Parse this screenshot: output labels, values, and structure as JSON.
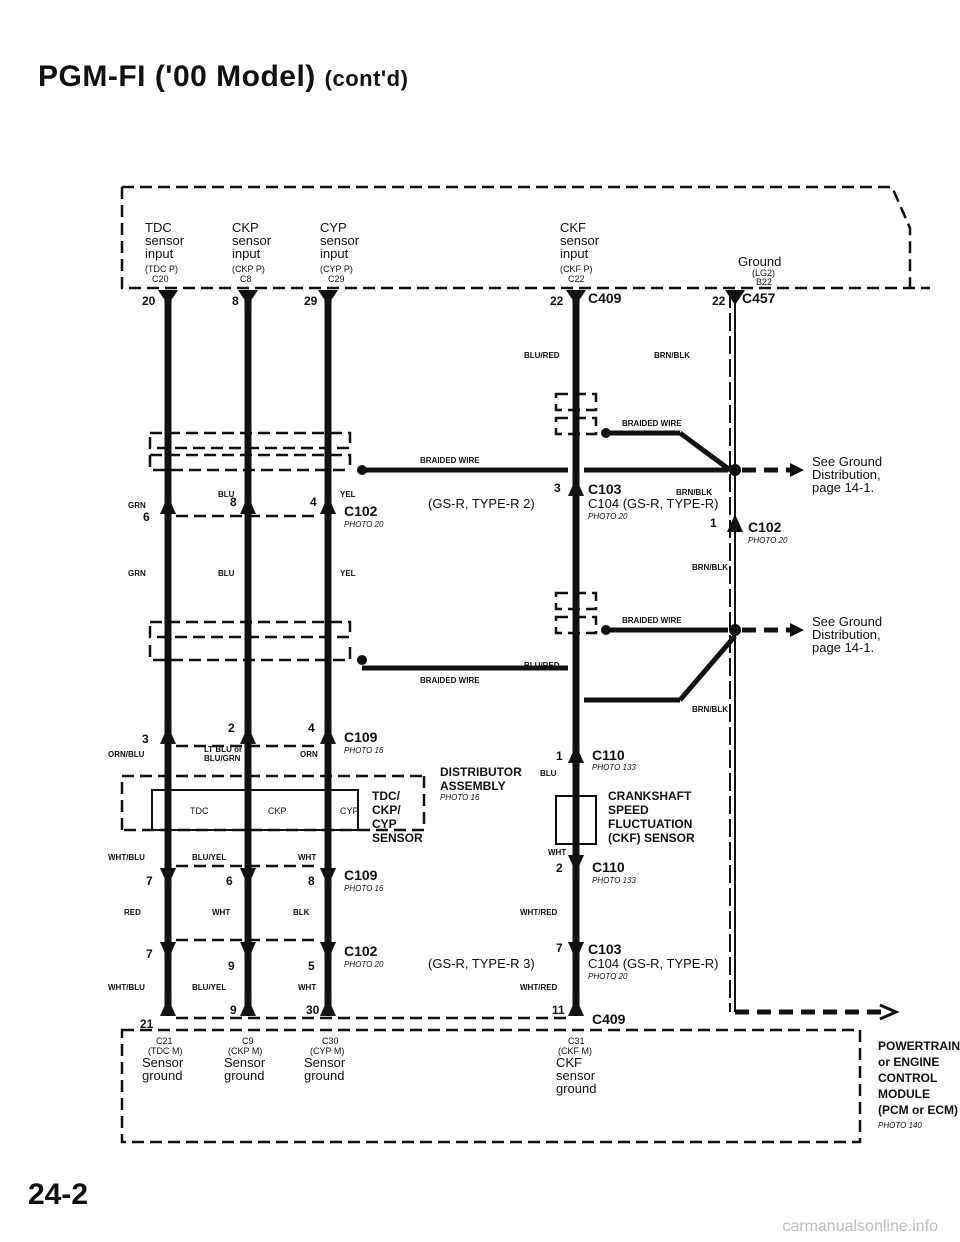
{
  "page": {
    "title": "PGM-FI ('00 Model)",
    "title_suffix": "(cont'd)",
    "page_number": "24-2",
    "watermark": "carmanualsonline.info"
  },
  "pcm_inputs": [
    {
      "line1": "TDC",
      "line2": "sensor",
      "line3": "input",
      "code": "(TDC P)",
      "pin": "C20"
    },
    {
      "line1": "CKP",
      "line2": "sensor",
      "line3": "input",
      "code": "(CKP P)",
      "pin": "C8"
    },
    {
      "line1": "CYP",
      "line2": "sensor",
      "line3": "input",
      "code": "(CYP P)",
      "pin": "C29"
    },
    {
      "line1": "CKF",
      "line2": "sensor",
      "line3": "input",
      "code": "(CKF P)",
      "pin": "C22"
    },
    {
      "line1": "Ground",
      "line2": "",
      "line3": "",
      "code": "(LG2)",
      "pin": "B22"
    }
  ],
  "pcm_grounds": [
    {
      "pin": "C21",
      "code": "(TDC M)",
      "line1": "Sensor",
      "line2": "ground"
    },
    {
      "pin": "C9",
      "code": "(CKP M)",
      "line1": "Sensor",
      "line2": "ground"
    },
    {
      "pin": "C30",
      "code": "(CYP M)",
      "line1": "Sensor",
      "line2": "ground"
    },
    {
      "pin": "C31",
      "code": "(CKF M)",
      "line1": "CKF",
      "line2": "sensor",
      "line3": "ground"
    }
  ],
  "pins": {
    "top": [
      "20",
      "8",
      "29",
      "22",
      "22"
    ],
    "c102_upper": [
      "6",
      "8",
      "4"
    ],
    "c103_upper": "3",
    "c102_right": "1",
    "c109_upper": [
      "3",
      "2",
      "4"
    ],
    "c110_upper": "1",
    "c109_lower": [
      "7",
      "6",
      "8"
    ],
    "c110_lower": "2",
    "c102_lower": [
      "7",
      "9",
      "5"
    ],
    "c103_lower": "7",
    "bottom": [
      "21",
      "9",
      "30",
      "11"
    ]
  },
  "connectors": {
    "c409_top": "C409",
    "c457": "C457",
    "c102": "C102",
    "c102_photo": "PHOTO 20",
    "c103": "C103",
    "c103_variant": "(GS-R, TYPE-R 2)",
    "c104": "C104 (GS-R, TYPE-R)",
    "c104_photo": "PHOTO 20",
    "c102_right": "C102",
    "c102_right_photo": "PHOTO 20",
    "c109": "C109",
    "c109_photo": "PHOTO 16",
    "c110": "C110",
    "c110_photo": "PHOTO 133",
    "c109_lower": "C109",
    "c109_lower_photo": "PHOTO 16",
    "c110_lower": "C110",
    "c110_lower_photo": "PHOTO 133",
    "c102_lower": "C102",
    "c102_lower_photo": "PHOTO 20",
    "c103_lower": "C103",
    "c103_lower_variant": "(GS-R, TYPE-R 3)",
    "c104_lower": "C104 (GS-R, TYPE-R)",
    "c104_lower_photo": "PHOTO 20",
    "c409_bottom": "C409"
  },
  "wires": {
    "blu_red": "BLU/RED",
    "brn_blk": "BRN/BLK",
    "braided": "BRAIDED WIRE",
    "grn": "GRN",
    "blu": "BLU",
    "yel": "YEL",
    "orn_blu": "ORN/BLU",
    "lt_blu": "LT BLU or",
    "blu_grn": "BLU/GRN",
    "orn": "ORN",
    "wht_blu": "WHT/BLU",
    "blu_yel": "BLU/YEL",
    "wht": "WHT",
    "red": "RED",
    "blk": "BLK",
    "wht_red": "WHT/RED"
  },
  "ground_refs": [
    {
      "line1": "See Ground",
      "line2": "Distribution,",
      "line3": "page 14-1."
    },
    {
      "line1": "See Ground",
      "line2": "Distribution,",
      "line3": "page 14-1."
    }
  ],
  "distributor": {
    "title1": "DISTRIBUTOR",
    "title2": "ASSEMBLY",
    "photo": "PHOTO 16",
    "label1": "TDC/",
    "label2": "CKP/",
    "label3": "CYP",
    "label4": "SENSOR",
    "sensors": [
      "TDC",
      "CKP",
      "CYP"
    ]
  },
  "ckf_sensor": {
    "line1": "CRANKSHAFT",
    "line2": "SPEED",
    "line3": "FLUCTUATION",
    "line4": "(CKF) SENSOR"
  },
  "pcm_box": {
    "line1": "POWERTRAIN",
    "line2": "or ENGINE",
    "line3": "CONTROL",
    "line4": "MODULE",
    "line5": "(PCM or ECM)",
    "photo": "PHOTO 140"
  }
}
